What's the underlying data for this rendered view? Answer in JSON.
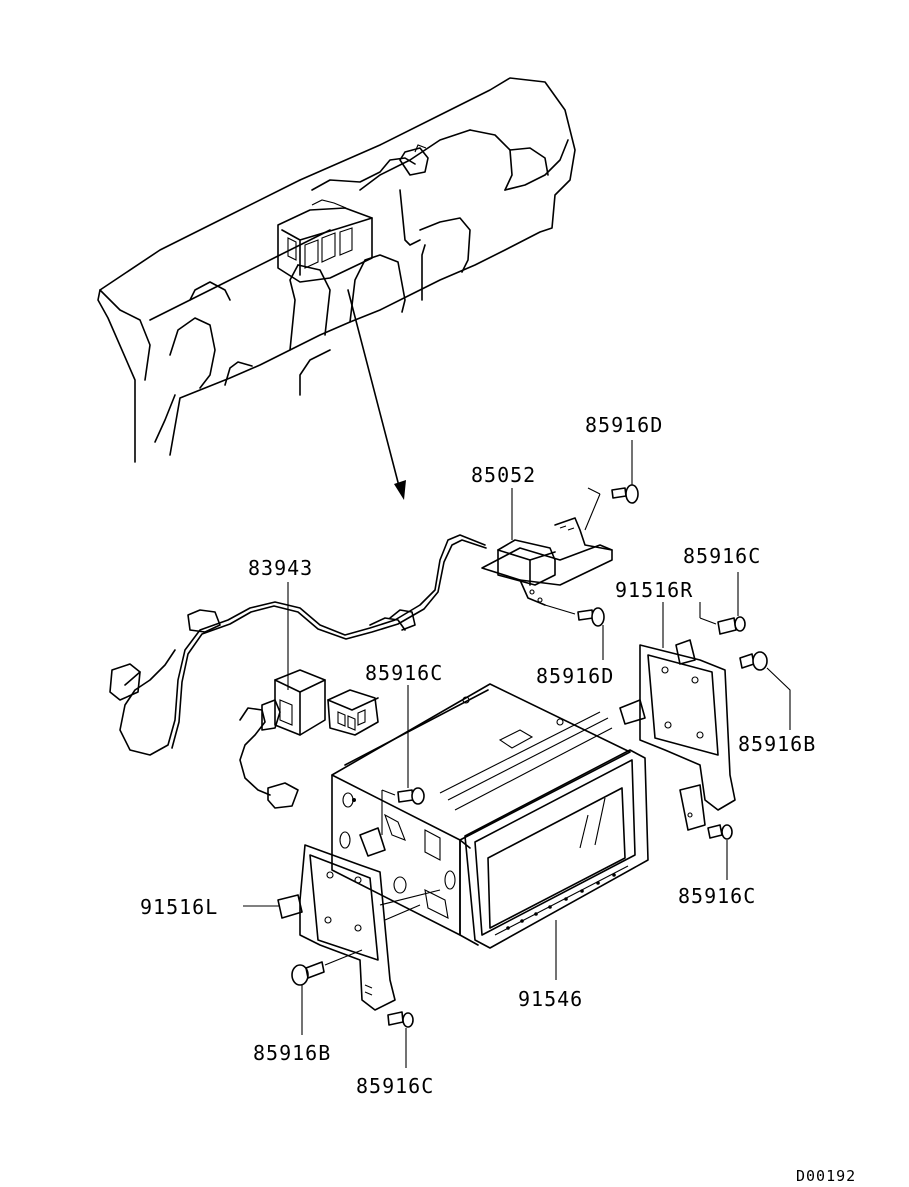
{
  "labels": {
    "antenna_module": "85052",
    "harness": "83943",
    "nav_unit": "91546",
    "bracket_left": "91516L",
    "bracket_right": "91516R",
    "screw_d_top": "85916D",
    "screw_d_mid": "85916D",
    "screw_c_unit": "85916C",
    "screw_c_right_top": "85916C",
    "screw_c_right_bottom": "85916C",
    "screw_c_left_bottom": "85916C",
    "screw_b_right": "85916B",
    "screw_b_left": "85916B"
  },
  "drawing_code": "D00192",
  "colors": {
    "line": "#000000",
    "background": "#ffffff"
  }
}
